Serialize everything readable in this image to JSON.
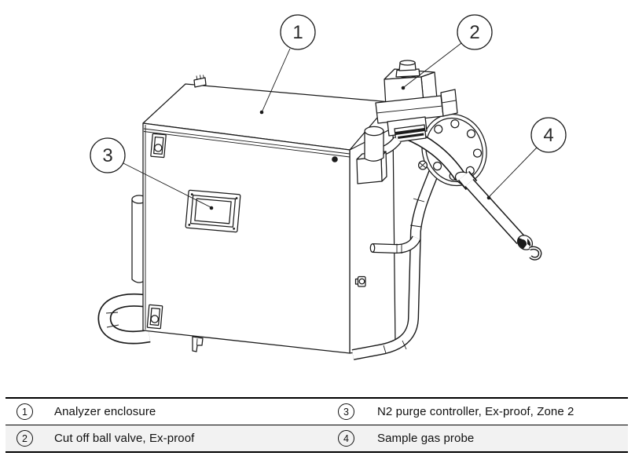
{
  "diagram": {
    "callouts": [
      "1",
      "2",
      "3",
      "4"
    ],
    "line_color": "#1a1a1a"
  },
  "legend": {
    "alt_row_color": "#f2f2f2",
    "border_color": "#000000",
    "items": [
      {
        "num": "1",
        "label": "Analyzer enclosure"
      },
      {
        "num": "2",
        "label": "Cut off ball valve, Ex-proof"
      },
      {
        "num": "3",
        "label": "N2 purge controller, Ex-proof, Zone 2"
      },
      {
        "num": "4",
        "label": "Sample gas probe"
      }
    ]
  }
}
